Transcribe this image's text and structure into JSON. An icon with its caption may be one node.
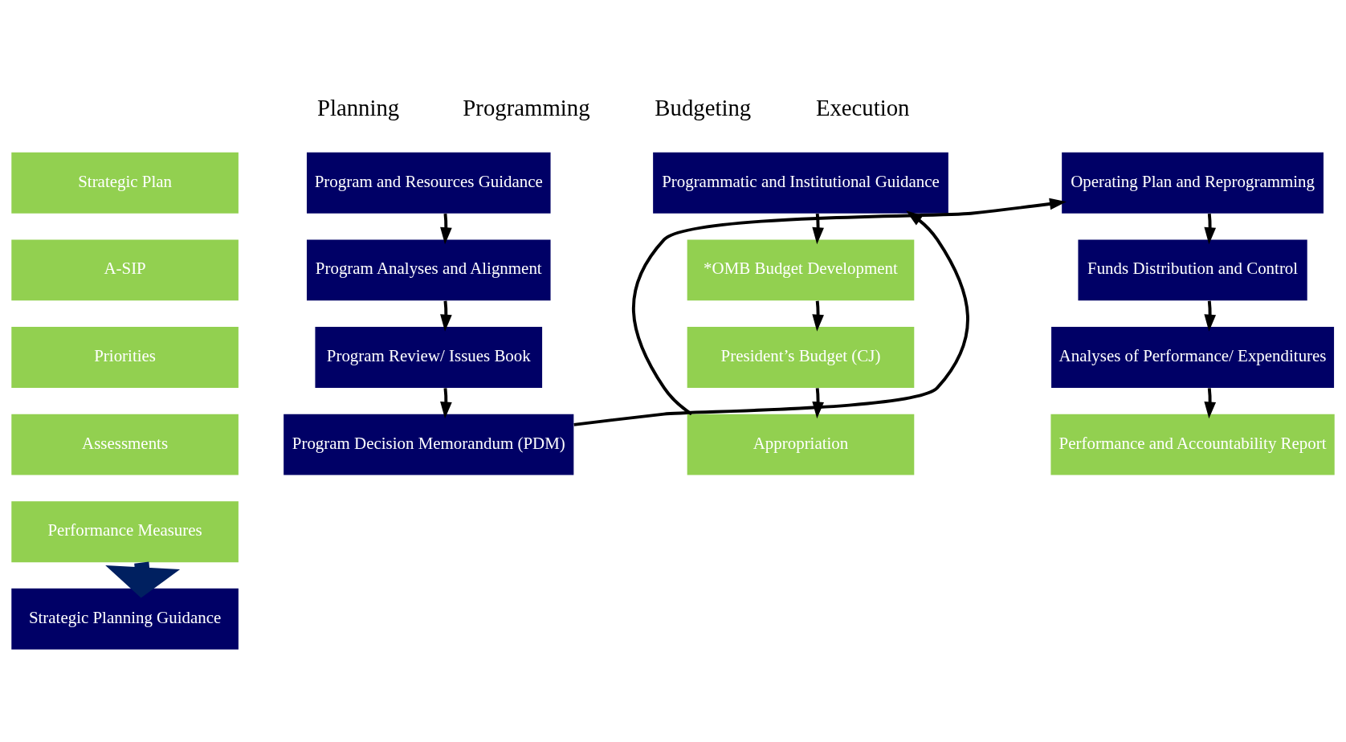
{
  "diagram": {
    "nodes": [
      {
        "text": [
          "Strategic Plan"
        ]
      },
      {
        "text": [
          "A-SIP"
        ]
      },
      {
        "text": [
          "Priorities"
        ]
      },
      {
        "text": [
          "Assessments"
        ]
      },
      {
        "text": [
          "Performance Measures"
        ]
      },
      {
        "text": [
          "Strategic Planning Guidance"
        ]
      },
      {
        "text": [
          "Program and Resources Guidance"
        ]
      },
      {
        "text": [
          "Program Analyses and Alignment"
        ]
      },
      {
        "text": [
          "Program Review/ Issues Book"
        ]
      },
      {
        "text": [
          "Program Decision Memorandum (PDM)"
        ]
      },
      {
        "text": [
          "Programmatic and Institutional Guidance"
        ]
      },
      {
        "text": [
          "*OMB Budget Development"
        ]
      },
      {
        "text": [
          "President’s Budget (CJ)"
        ]
      },
      {
        "text": [
          "Appropriation"
        ]
      },
      {
        "text": [
          "Operating Plan and Reprogramming"
        ]
      },
      {
        "text": [
          "Funds Distribution and Control"
        ]
      },
      {
        "text": [
          "Analyses of Performance/ Expenditures"
        ]
      },
      {
        "text": [
          "Performance and Accountability Report"
        ]
      }
    ],
    "edges": [
      {
        "from": 4,
        "to": 5,
        "arrow": "to",
        "style": "thick",
        "color": "#002060"
      },
      {
        "from": 6,
        "to": 7,
        "arrow": "to"
      },
      {
        "from": 7,
        "to": 8,
        "arrow": "to"
      },
      {
        "from": 8,
        "to": 9,
        "arrow": "to"
      },
      {
        "from": 9,
        "to": 10,
        "arrow": "to"
      },
      {
        "from": 10,
        "to": 11,
        "arrow": "to"
      },
      {
        "from": 11,
        "to": 12,
        "arrow": "to"
      },
      {
        "from": 12,
        "to": 13,
        "arrow": "to"
      },
      {
        "from": 13,
        "to": 14,
        "arrow": "to"
      },
      {
        "from": 14,
        "to": 15,
        "arrow": "to"
      },
      {
        "from": 15,
        "to": 16,
        "arrow": "to"
      },
      {
        "from": 16,
        "to": 17,
        "arrow": "to"
      }
    ],
    "labels": [
      "Planning",
      "Programming",
      "Budgeting",
      "Execution"
    ]
  }
}
